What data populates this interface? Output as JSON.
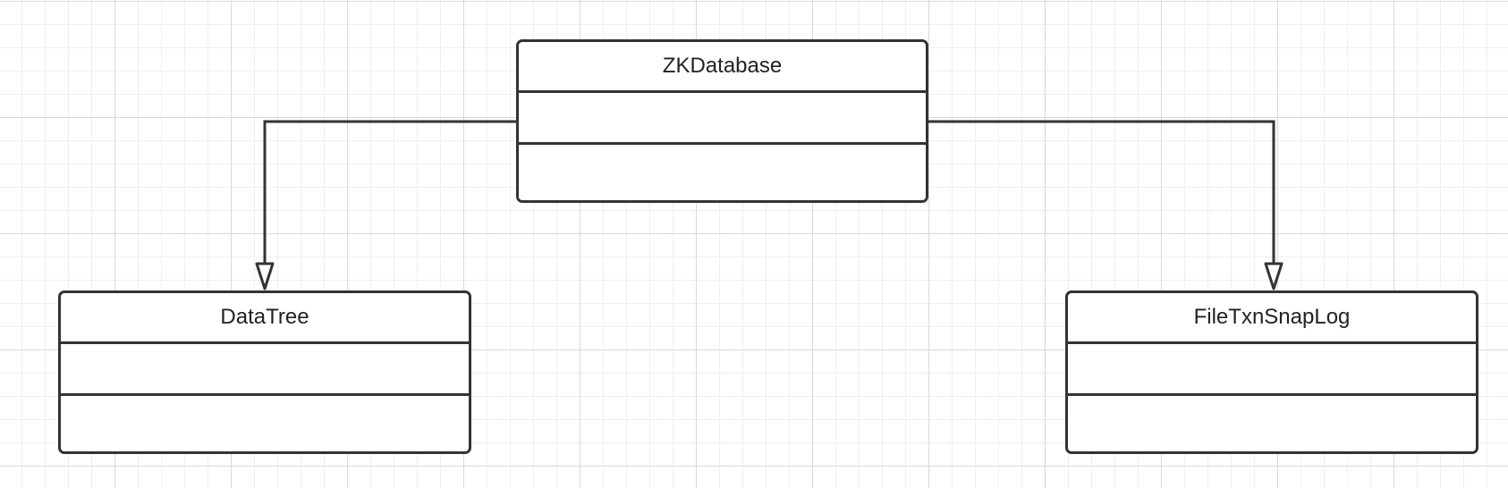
{
  "diagram": {
    "type": "uml-class-diagram",
    "classes": [
      {
        "id": "zkdatabase",
        "name": "ZKDatabase"
      },
      {
        "id": "datatree",
        "name": "DataTree"
      },
      {
        "id": "filetxnsnaplog",
        "name": "FileTxnSnapLog"
      }
    ],
    "relations": [
      {
        "from": "zkdatabase",
        "to": "datatree",
        "kind": "generalization"
      },
      {
        "from": "zkdatabase",
        "to": "filetxnsnaplog",
        "kind": "generalization"
      }
    ],
    "colors": {
      "line": "#333333",
      "grid_major": "#d9d9d9",
      "grid_minor": "#efefef",
      "background": "#ffffff"
    }
  }
}
